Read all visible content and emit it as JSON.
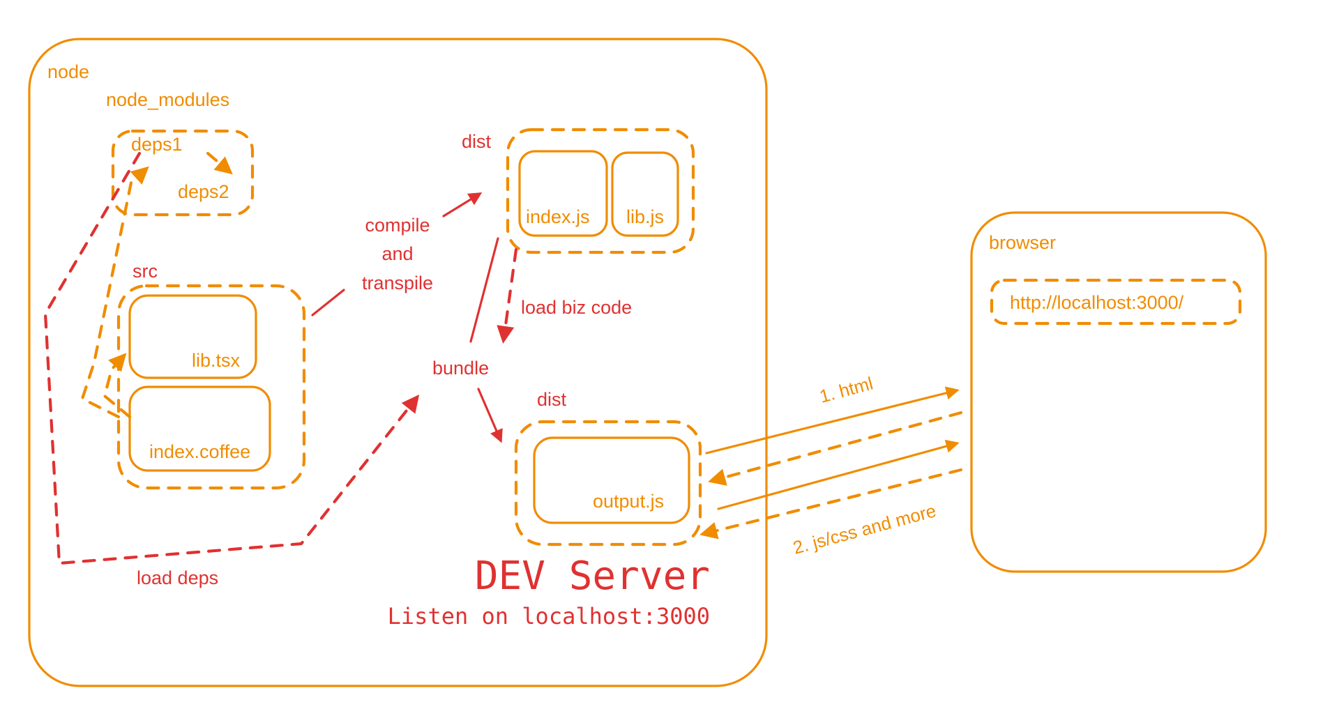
{
  "colors": {
    "orange": "#f08c00",
    "red": "#e03131",
    "background": "#ffffff"
  },
  "node": {
    "title": "node",
    "node_modules": {
      "title": "node_modules",
      "items": [
        "deps1",
        "deps2"
      ]
    },
    "src": {
      "title": "src",
      "files": [
        "lib.tsx",
        "index.coffee"
      ]
    },
    "dist_top": {
      "title": "dist",
      "files": [
        "index.js",
        "lib.js"
      ]
    },
    "dist_bottom": {
      "title": "dist",
      "files": [
        "output.js"
      ]
    },
    "labels": {
      "compile_line1": "compile",
      "compile_line2": "and",
      "compile_line3": "transpile",
      "bundle": "bundle",
      "load_biz_code": "load biz code",
      "load_deps": "load deps"
    },
    "server": {
      "title": "DEV Server",
      "subtitle": "Listen on localhost:3000"
    }
  },
  "browser": {
    "title": "browser",
    "url": "http://localhost:3000/"
  },
  "connections": {
    "step1": "1. html",
    "step2": "2. js/css and more"
  }
}
